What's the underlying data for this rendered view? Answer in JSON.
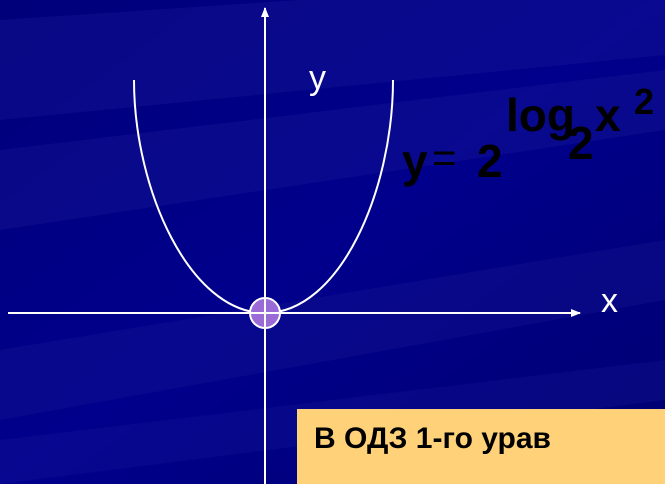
{
  "colors": {
    "background": "#000088",
    "axis": "#ffffff",
    "curve": "#ffffff",
    "marker_fill": "#9a6ad6",
    "callout_bg": "#ffd27a",
    "formula_text": "#000000"
  },
  "axes": {
    "x_label": "x",
    "y_label": "y"
  },
  "formula": {
    "lhs": "y",
    "equals": "=",
    "base": "2",
    "log": "log",
    "log_base": "2",
    "argument": "x",
    "power": "2"
  },
  "callout": {
    "text": "В ОДЗ 1-го урав"
  },
  "icons": {
    "origin_marker": "crossed-circle-icon"
  }
}
